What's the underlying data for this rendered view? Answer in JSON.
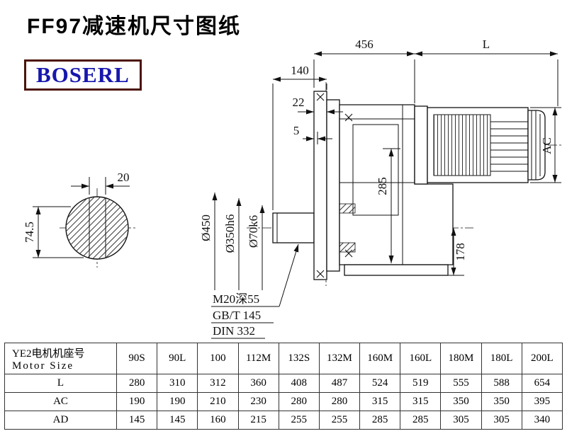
{
  "page": {
    "title": "FF97减速机尺寸图纸",
    "logo_text": "BOSERL"
  },
  "colors": {
    "logo_text": "#1717ae",
    "logo_border": "#4d1408",
    "line": "#111111"
  },
  "drawing": {
    "top_width": "456",
    "motor_length": "L",
    "shaft_length": "140",
    "flange_thickness": "22",
    "spigot": "5",
    "motor_diameter": "AC",
    "center_height": "285",
    "foot_height": "178",
    "flange_od": "Ø450",
    "spigot_dia": "Ø350h6",
    "shaft_dia": "Ø70k6",
    "key_width": "20",
    "key_height": "74.5",
    "thread_note": "M20深55",
    "std_note1": "GB/T 145",
    "std_note2": "DIN 332"
  },
  "table": {
    "row_header_cn": "YE2电机机座号",
    "row_header_en": "Motor Size",
    "columns": [
      "90S",
      "90L",
      "100",
      "112M",
      "132S",
      "132M",
      "160M",
      "160L",
      "180M",
      "180L",
      "200L"
    ],
    "rows": [
      {
        "label": "L",
        "values": [
          "280",
          "310",
          "312",
          "360",
          "408",
          "487",
          "524",
          "519",
          "555",
          "588",
          "654"
        ]
      },
      {
        "label": "AC",
        "values": [
          "190",
          "190",
          "210",
          "230",
          "280",
          "280",
          "315",
          "315",
          "350",
          "350",
          "395"
        ]
      },
      {
        "label": "AD",
        "values": [
          "145",
          "145",
          "160",
          "215",
          "255",
          "255",
          "285",
          "285",
          "305",
          "305",
          "340"
        ]
      }
    ]
  }
}
